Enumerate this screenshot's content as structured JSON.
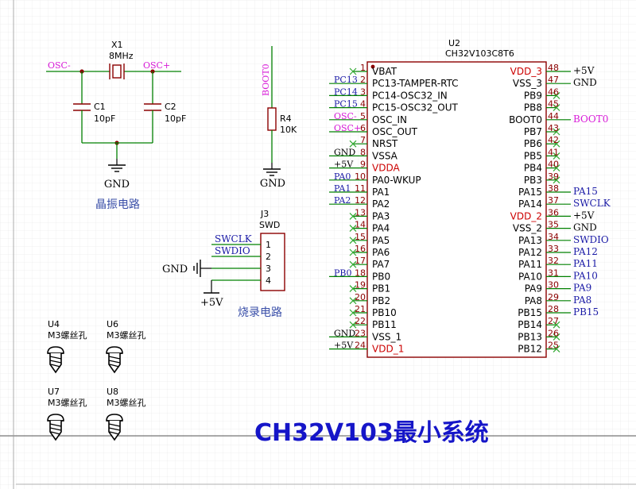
{
  "title": "CH32V103最小系统",
  "colors": {
    "wire": "#008000",
    "body": "#8b0000",
    "net": "#1a1aa6",
    "osc": "#d81bd8",
    "red": "#cc0000",
    "pinnum": "#8b0000",
    "grid": "#e6e6e6",
    "title": "#1515c8",
    "nc": "#33aa33"
  },
  "crystal": {
    "ref": "X1",
    "value": "8MHz",
    "left_net": "OSC-",
    "right_net": "OSC+",
    "c1_ref": "C1",
    "c1_value": "10pF",
    "c2_ref": "C2",
    "c2_value": "10pF",
    "gnd": "GND",
    "caption": "晶振电路"
  },
  "boot": {
    "net": "BOOT0",
    "ref": "R4",
    "value": "10K",
    "gnd": "GND"
  },
  "swd": {
    "ref": "J3",
    "value": "SWD",
    "pins": [
      {
        "num": "1",
        "net": "SWCLK"
      },
      {
        "num": "2",
        "net": "SWDIO"
      },
      {
        "num": "3",
        "net": ""
      },
      {
        "num": "4",
        "net": ""
      }
    ],
    "gnd": "GND",
    "vcc": "+5V",
    "caption": "烧录电路"
  },
  "holes": [
    {
      "ref": "U4",
      "label": "M3螺丝孔"
    },
    {
      "ref": "U6",
      "label": "M3螺丝孔"
    },
    {
      "ref": "U7",
      "label": "M3螺丝孔"
    },
    {
      "ref": "U8",
      "label": "M3螺丝孔"
    }
  ],
  "mcu": {
    "ref": "U2",
    "part": "CH32V103C8T6",
    "left_pins": [
      {
        "num": "1",
        "name": "VBAT",
        "net": "",
        "red": false,
        "nc": true
      },
      {
        "num": "2",
        "name": "PC13-TAMPER-RTC",
        "net": "PC13",
        "red": false,
        "nc": false
      },
      {
        "num": "3",
        "name": "PC14-OSC32_IN",
        "net": "PC14",
        "red": false,
        "nc": false
      },
      {
        "num": "4",
        "name": "PC15-OSC32_OUT",
        "net": "PC15",
        "red": false,
        "nc": false
      },
      {
        "num": "5",
        "name": "OSC_IN",
        "net": "OSC-",
        "red": false,
        "nc": false
      },
      {
        "num": "6",
        "name": "OSC_OUT",
        "net": "OSC+",
        "red": false,
        "nc": false
      },
      {
        "num": "7",
        "name": "NRST",
        "net": "",
        "red": false,
        "nc": true
      },
      {
        "num": "8",
        "name": "VSSA",
        "net": "GND",
        "red": false,
        "nc": false
      },
      {
        "num": "9",
        "name": "VDDA",
        "net": "+5V",
        "red": true,
        "nc": false
      },
      {
        "num": "10",
        "name": "PA0-WKUP",
        "net": "PA0",
        "red": false,
        "nc": false
      },
      {
        "num": "11",
        "name": "PA1",
        "net": "PA1",
        "red": false,
        "nc": false
      },
      {
        "num": "12",
        "name": "PA2",
        "net": "PA2",
        "red": false,
        "nc": false
      },
      {
        "num": "13",
        "name": "PA3",
        "net": "",
        "red": false,
        "nc": true
      },
      {
        "num": "14",
        "name": "PA4",
        "net": "",
        "red": false,
        "nc": true
      },
      {
        "num": "15",
        "name": "PA5",
        "net": "",
        "red": false,
        "nc": true
      },
      {
        "num": "16",
        "name": "PA6",
        "net": "",
        "red": false,
        "nc": true
      },
      {
        "num": "17",
        "name": "PA7",
        "net": "",
        "red": false,
        "nc": true
      },
      {
        "num": "18",
        "name": "PB0",
        "net": "PB0",
        "red": false,
        "nc": false
      },
      {
        "num": "19",
        "name": "PB1",
        "net": "",
        "red": false,
        "nc": true
      },
      {
        "num": "20",
        "name": "PB2",
        "net": "",
        "red": false,
        "nc": true
      },
      {
        "num": "21",
        "name": "PB10",
        "net": "",
        "red": false,
        "nc": true
      },
      {
        "num": "22",
        "name": "PB11",
        "net": "",
        "red": false,
        "nc": true
      },
      {
        "num": "23",
        "name": "VSS_1",
        "net": "GND",
        "red": false,
        "nc": false
      },
      {
        "num": "24",
        "name": "VDD_1",
        "net": "+5V",
        "red": true,
        "nc": false
      }
    ],
    "right_pins": [
      {
        "num": "48",
        "name": "VDD_3",
        "net": "+5V",
        "red": true,
        "nc": false
      },
      {
        "num": "47",
        "name": "VSS_3",
        "net": "GND",
        "red": false,
        "nc": false
      },
      {
        "num": "46",
        "name": "PB9",
        "net": "",
        "red": false,
        "nc": true
      },
      {
        "num": "45",
        "name": "PB8",
        "net": "",
        "red": false,
        "nc": true
      },
      {
        "num": "44",
        "name": "BOOT0",
        "net": "BOOT0",
        "red": false,
        "nc": false
      },
      {
        "num": "43",
        "name": "PB7",
        "net": "",
        "red": false,
        "nc": true
      },
      {
        "num": "42",
        "name": "PB6",
        "net": "",
        "red": false,
        "nc": true
      },
      {
        "num": "41",
        "name": "PB5",
        "net": "",
        "red": false,
        "nc": true
      },
      {
        "num": "40",
        "name": "PB4",
        "net": "",
        "red": false,
        "nc": true
      },
      {
        "num": "39",
        "name": "PB3",
        "net": "",
        "red": false,
        "nc": true
      },
      {
        "num": "38",
        "name": "PA15",
        "net": "PA15",
        "red": false,
        "nc": false
      },
      {
        "num": "37",
        "name": "PA14",
        "net": "SWCLK",
        "red": false,
        "nc": false
      },
      {
        "num": "36",
        "name": "VDD_2",
        "net": "+5V",
        "red": true,
        "nc": false
      },
      {
        "num": "35",
        "name": "VSS_2",
        "net": "GND",
        "red": false,
        "nc": false
      },
      {
        "num": "34",
        "name": "PA13",
        "net": "SWDIO",
        "red": false,
        "nc": false
      },
      {
        "num": "33",
        "name": "PA12",
        "net": "PA12",
        "red": false,
        "nc": false
      },
      {
        "num": "32",
        "name": "PA11",
        "net": "PA11",
        "red": false,
        "nc": false
      },
      {
        "num": "31",
        "name": "PA10",
        "net": "PA10",
        "red": false,
        "nc": false
      },
      {
        "num": "30",
        "name": "PA9",
        "net": "PA9",
        "red": false,
        "nc": false
      },
      {
        "num": "29",
        "name": "PA8",
        "net": "PA8",
        "red": false,
        "nc": false
      },
      {
        "num": "28",
        "name": "PB15",
        "net": "PB15",
        "red": false,
        "nc": false
      },
      {
        "num": "27",
        "name": "PB14",
        "net": "",
        "red": false,
        "nc": true
      },
      {
        "num": "26",
        "name": "PB13",
        "net": "",
        "red": false,
        "nc": true
      },
      {
        "num": "25",
        "name": "PB12",
        "net": "",
        "red": false,
        "nc": true
      }
    ]
  }
}
